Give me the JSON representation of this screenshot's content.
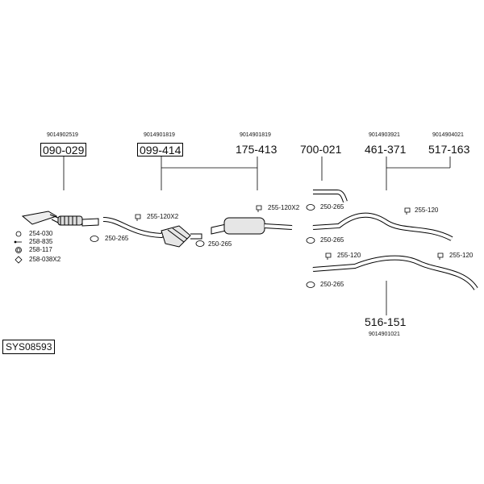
{
  "system_code": "SYS08593",
  "parts": [
    {
      "number": "090-029",
      "oe": "9014902519",
      "boxed": true
    },
    {
      "number": "099-414",
      "oe": "9014901819",
      "boxed": true
    },
    {
      "number": "175-413",
      "oe": "9014901819",
      "boxed": false
    },
    {
      "number": "700-021",
      "oe": "",
      "boxed": false
    },
    {
      "number": "461-371",
      "oe": "9014903921",
      "boxed": false
    },
    {
      "number": "517-163",
      "oe": "9014904021",
      "boxed": false
    },
    {
      "number": "516-151",
      "oe": "9014901021",
      "boxed": false
    }
  ],
  "hardware": {
    "legend": [
      "254-030",
      "258-835",
      "258-117",
      "258-038X2"
    ],
    "clamps": [
      "250-265",
      "250-265",
      "250-265",
      "250-265",
      "250-265"
    ],
    "hangers": [
      "255-120X2",
      "255-120X2",
      "255-120",
      "255-120",
      "255-120"
    ]
  }
}
